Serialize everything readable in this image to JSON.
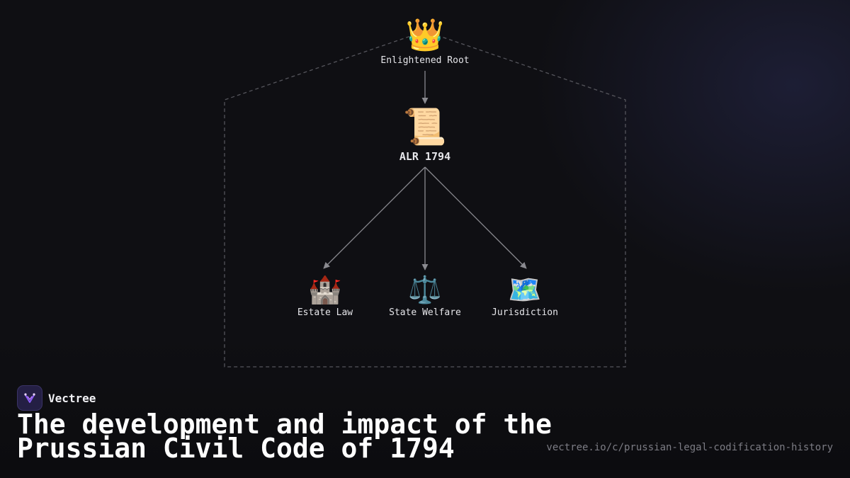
{
  "diagram": {
    "root": {
      "icon": "👑",
      "icon_name": "crown-icon",
      "label": "Enlightened Root"
    },
    "main": {
      "icon": "📜",
      "icon_name": "scroll-icon",
      "label": "ALR 1794"
    },
    "children": [
      {
        "icon": "🏰",
        "icon_name": "castle-icon",
        "label": "Estate Law"
      },
      {
        "icon": "⚖️",
        "icon_name": "scales-icon",
        "label": "State Welfare"
      },
      {
        "icon": "🗺️",
        "icon_name": "map-icon",
        "label": "Jurisdiction"
      }
    ]
  },
  "footer": {
    "brand_name": "Vectree",
    "title_line1": "The development and impact of the",
    "title_line2": "Prussian Civil Code of 1794",
    "url": "vectree.io/c/prussian-legal-codification-history"
  },
  "colors": {
    "background": "#0f0f13",
    "edge": "#8a8a90",
    "dashed_outline": "#55555c",
    "brand_accent": "#8a5cf6"
  }
}
